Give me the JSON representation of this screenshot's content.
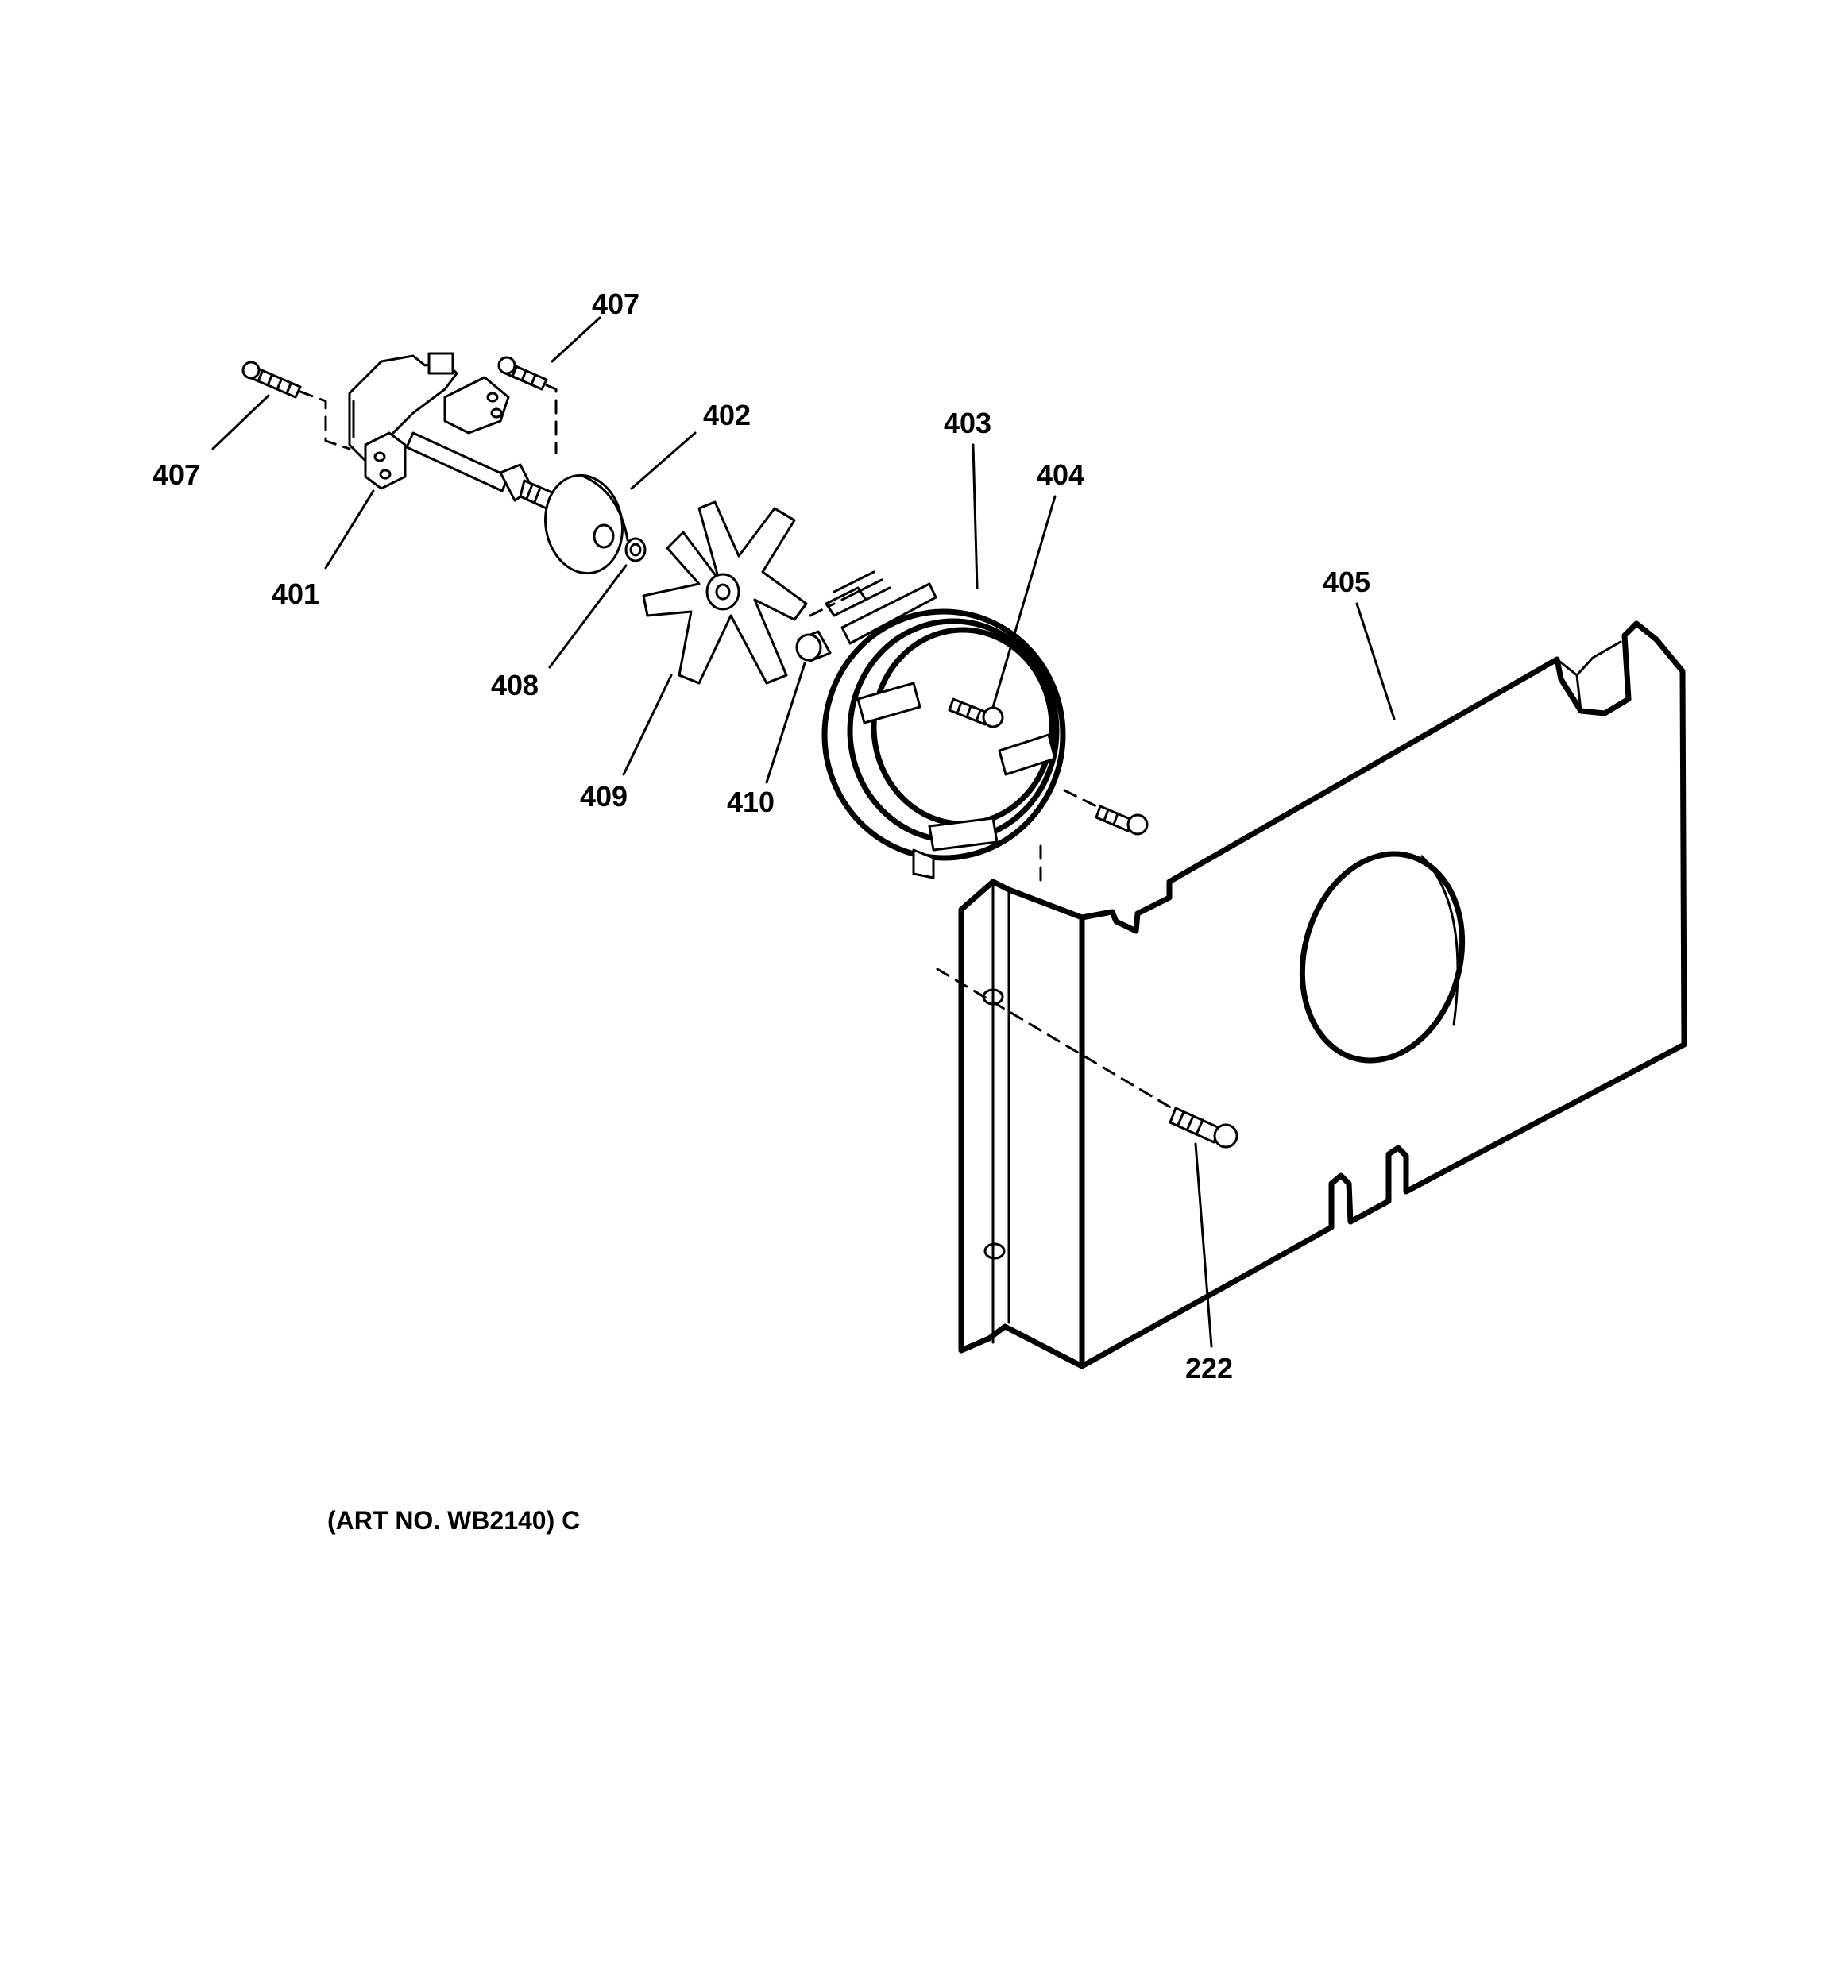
{
  "diagram": {
    "labels": {
      "p407a": "407",
      "p407b": "407",
      "p401": "401",
      "p402": "402",
      "p408": "408",
      "p409": "409",
      "p410": "410",
      "p403": "403",
      "p404": "404",
      "p405": "405",
      "p222": "222"
    },
    "art_number": "(ART NO. WB2140) C"
  }
}
